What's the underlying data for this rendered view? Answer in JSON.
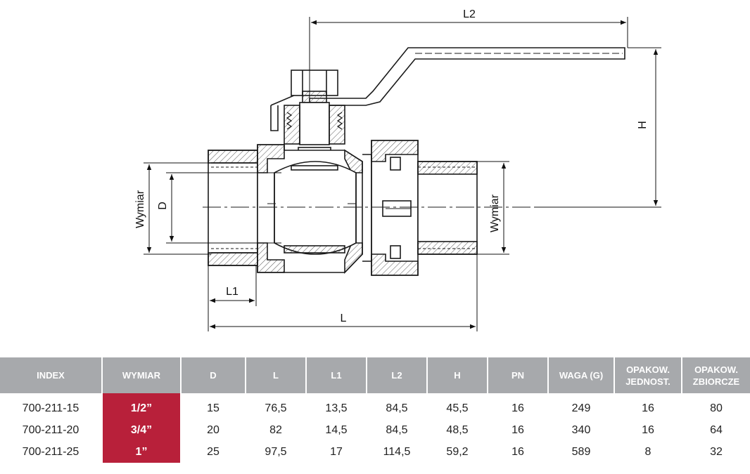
{
  "drawing": {
    "labels": {
      "l2": "L2",
      "h": "H",
      "wymiar_left": "Wymiar",
      "wymiar_right": "Wymiar",
      "d": "D",
      "l1": "L1",
      "l": "L"
    },
    "colors": {
      "line": "#1a1a1a",
      "hatch": "#555555"
    }
  },
  "table": {
    "header_bg": "#a7a9ac",
    "highlight": "#b8203a",
    "columns": [
      {
        "l1": "INDEX",
        "l2": ""
      },
      {
        "l1": "WYMIAR",
        "l2": ""
      },
      {
        "l1": "D",
        "l2": ""
      },
      {
        "l1": "L",
        "l2": ""
      },
      {
        "l1": "L1",
        "l2": ""
      },
      {
        "l1": "L2",
        "l2": ""
      },
      {
        "l1": "H",
        "l2": ""
      },
      {
        "l1": "PN",
        "l2": ""
      },
      {
        "l1": "WAGA (G)",
        "l2": ""
      },
      {
        "l1": "OPAKOW.",
        "l2": "JEDNOST."
      },
      {
        "l1": "OPAKOW.",
        "l2": "ZBIORCZE"
      }
    ],
    "rows": [
      [
        "700-211-15",
        "1/2”",
        "15",
        "76,5",
        "13,5",
        "84,5",
        "45,5",
        "16",
        "249",
        "16",
        "80"
      ],
      [
        "700-211-20",
        "3/4”",
        "20",
        "82",
        "14,5",
        "84,5",
        "48,5",
        "16",
        "340",
        "16",
        "64"
      ],
      [
        "700-211-25",
        "1”",
        "25",
        "97,5",
        "17",
        "114,5",
        "59,2",
        "16",
        "589",
        "8",
        "32"
      ]
    ]
  }
}
